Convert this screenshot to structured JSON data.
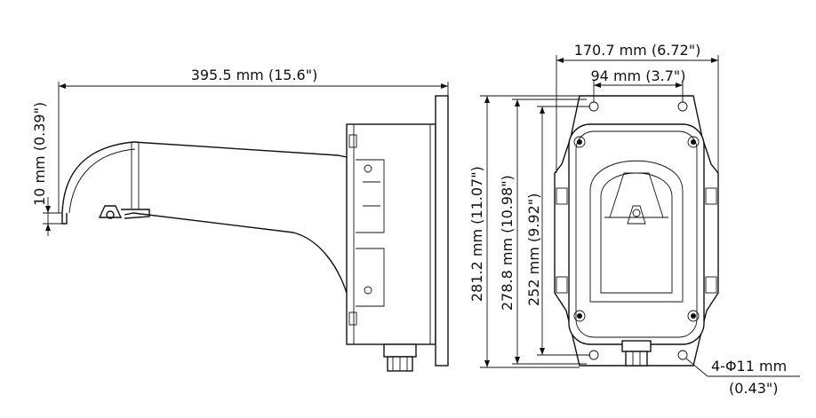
{
  "dimensions": {
    "overall_length": "395.5 mm (15.6\")",
    "hook_offset": "10 mm (0.39\")",
    "box_width": "170.7 mm (6.72\")",
    "hole_spacing_horizontal": "94 mm (3.7\")",
    "box_height": "281.2 mm (11.07\")",
    "plate_height": "278.8 mm (10.98\")",
    "hole_spacing_vertical": "252 mm (9.92\")",
    "hole_diameter_line1": "4-Φ11 mm",
    "hole_diameter_line2": "(0.43\")"
  }
}
